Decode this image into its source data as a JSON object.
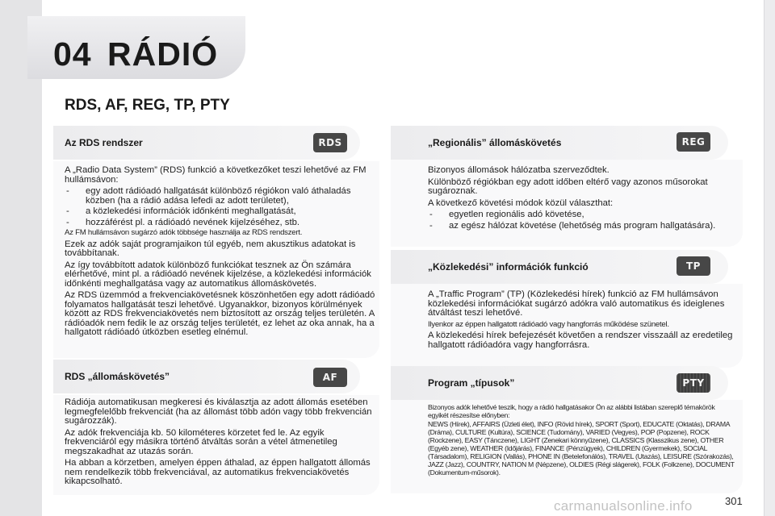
{
  "chapter": {
    "number": "04",
    "title": "RÁDIÓ"
  },
  "section_title": "RDS, AF, REG, TP, PTY",
  "rds_system": {
    "label": "Az RDS rendszer",
    "icon_text": "RDS",
    "intro": "A „Radio Data System” (RDS) funkció a következőket teszi lehetővé az FM hullámsávon:",
    "bullets": [
      "egy adott rádióadó hallgatását különböző régiókon való áthaladás közben (ha a rádió adása lefedi az adott területet),",
      "a közlekedési információk időnkénti meghallgatását,",
      "hozzáférést pl. a rádióadó nevének kijelzéséhez, stb."
    ],
    "note": "Az FM hullámsávon sugárzó adók többsége használja az RDS rendszert.",
    "para1": "Ezek az adók saját programjaikon túl egyéb, nem akusztikus adatokat is továbbítanak.",
    "para2": "Az így továbbított adatok különböző funkciókat tesznek az Ön számára elérhetővé, mint pl. a rádióadó nevének kijelzése, a közlekedési információk időnkénti meghallgatása vagy az automatikus állomáskövetés.",
    "para3": "Az RDS üzemmód a frekvenciakövetésnek köszönhetően egy adott rádióadó folyamatos hallgatását teszi lehetővé. Ugyanakkor, bizonyos körülmények között az RDS frekvenciakövetés nem biztosított az ország teljes területén. A rádióadók nem fedik le az ország teljes területét, ez lehet az oka annak, ha a hallgatott rádióadó útközben esetleg elnémul."
  },
  "af": {
    "label": "RDS „állomáskövetés”",
    "icon_text": "AF",
    "para1": "Rádiója automatikusan megkeresi és kiválasztja az adott állomás esetében legmegfelelőbb frekvenciát (ha az állomást több adón vagy több frekvencián sugározzák).",
    "para2": "Az adók frekvenciája kb. 50 kilométeres körzetet fed le. Az egyik frekvenciáról egy másikra történő átváltás során a vétel átmenetileg megszakadhat az utazás során.",
    "para3": "Ha abban a körzetben, amelyen éppen áthalad, az éppen hallgatott állomás nem rendelkezik több frekvenciával, az automatikus frekvenciakövetés kikapcsolható."
  },
  "reg": {
    "label": "„Regionális” állomáskövetés",
    "icon_text": "REG",
    "para1": "Bizonyos állomások hálózatba szerveződtek.",
    "para2": "Különböző régiókban egy adott időben eltérő vagy azonos műsorokat sugároznak.",
    "para3": "A következő követési módok közül választhat:",
    "bullets": [
      "egyetlen regionális adó követése,",
      "az egész hálózat követése (lehetőség más program hallgatására)."
    ]
  },
  "tp": {
    "label": "„Közlekedési” információk funkció",
    "icon_text": "TP",
    "para1": "A „Traffic Program” (TP) (Közlekedési hírek) funkció az FM hullámsávon közlekedési információkat sugárzó adókra való automatikus és ideiglenes átváltást teszi lehetővé.",
    "note": "Ilyenkor az éppen hallgatott rádióadó vagy hangforrás működése szünetel.",
    "para2": "A közlekedési hírek befejezését követően a rendszer visszaáll az eredetileg hallgatott rádióadóra vagy hangforrásra."
  },
  "pty": {
    "label": "Program „típusok”",
    "icon_text": "PTY",
    "intro": "Bizonyos adók lehetővé teszik, hogy a rádió hallgatásakor Ön az alábbi listában szereplő témakörök egyikét részesítse előnyben:",
    "list": "NEWS (Hírek), AFFAIRS (Üzleti élet), INFO (Rövid hírek), SPORT (Sport), EDUCATE (Oktatás), DRAMA (Dráma), CULTURE (Kultúra), SCIENCE (Tudomány), VARIED (Vegyes), POP (Popzene), ROCK (Rockzene), EASY (Tánczene), LIGHT (Zenekari könnyűzene), CLASSICS (Klasszikus zene), OTHER (Egyéb zene), WEATHER (Időjárás), FINANCE (Pénzügyek), CHILDREN (Gyermekek), SOCIAL (Társadalom), RELIGION (Vallás), PHONE IN (Betelefonálós), TRAVEL (Utazás), LEISURE (Szórakozás), JAZZ (Jazz), COUNTRY, NATION M (Népzene), OLDIES (Régi slágerek), FOLK (Folkzene), DOCUMENT (Dokumentum-műsorok)."
  },
  "page_number": "301",
  "watermark": "carmanualsonline.info"
}
